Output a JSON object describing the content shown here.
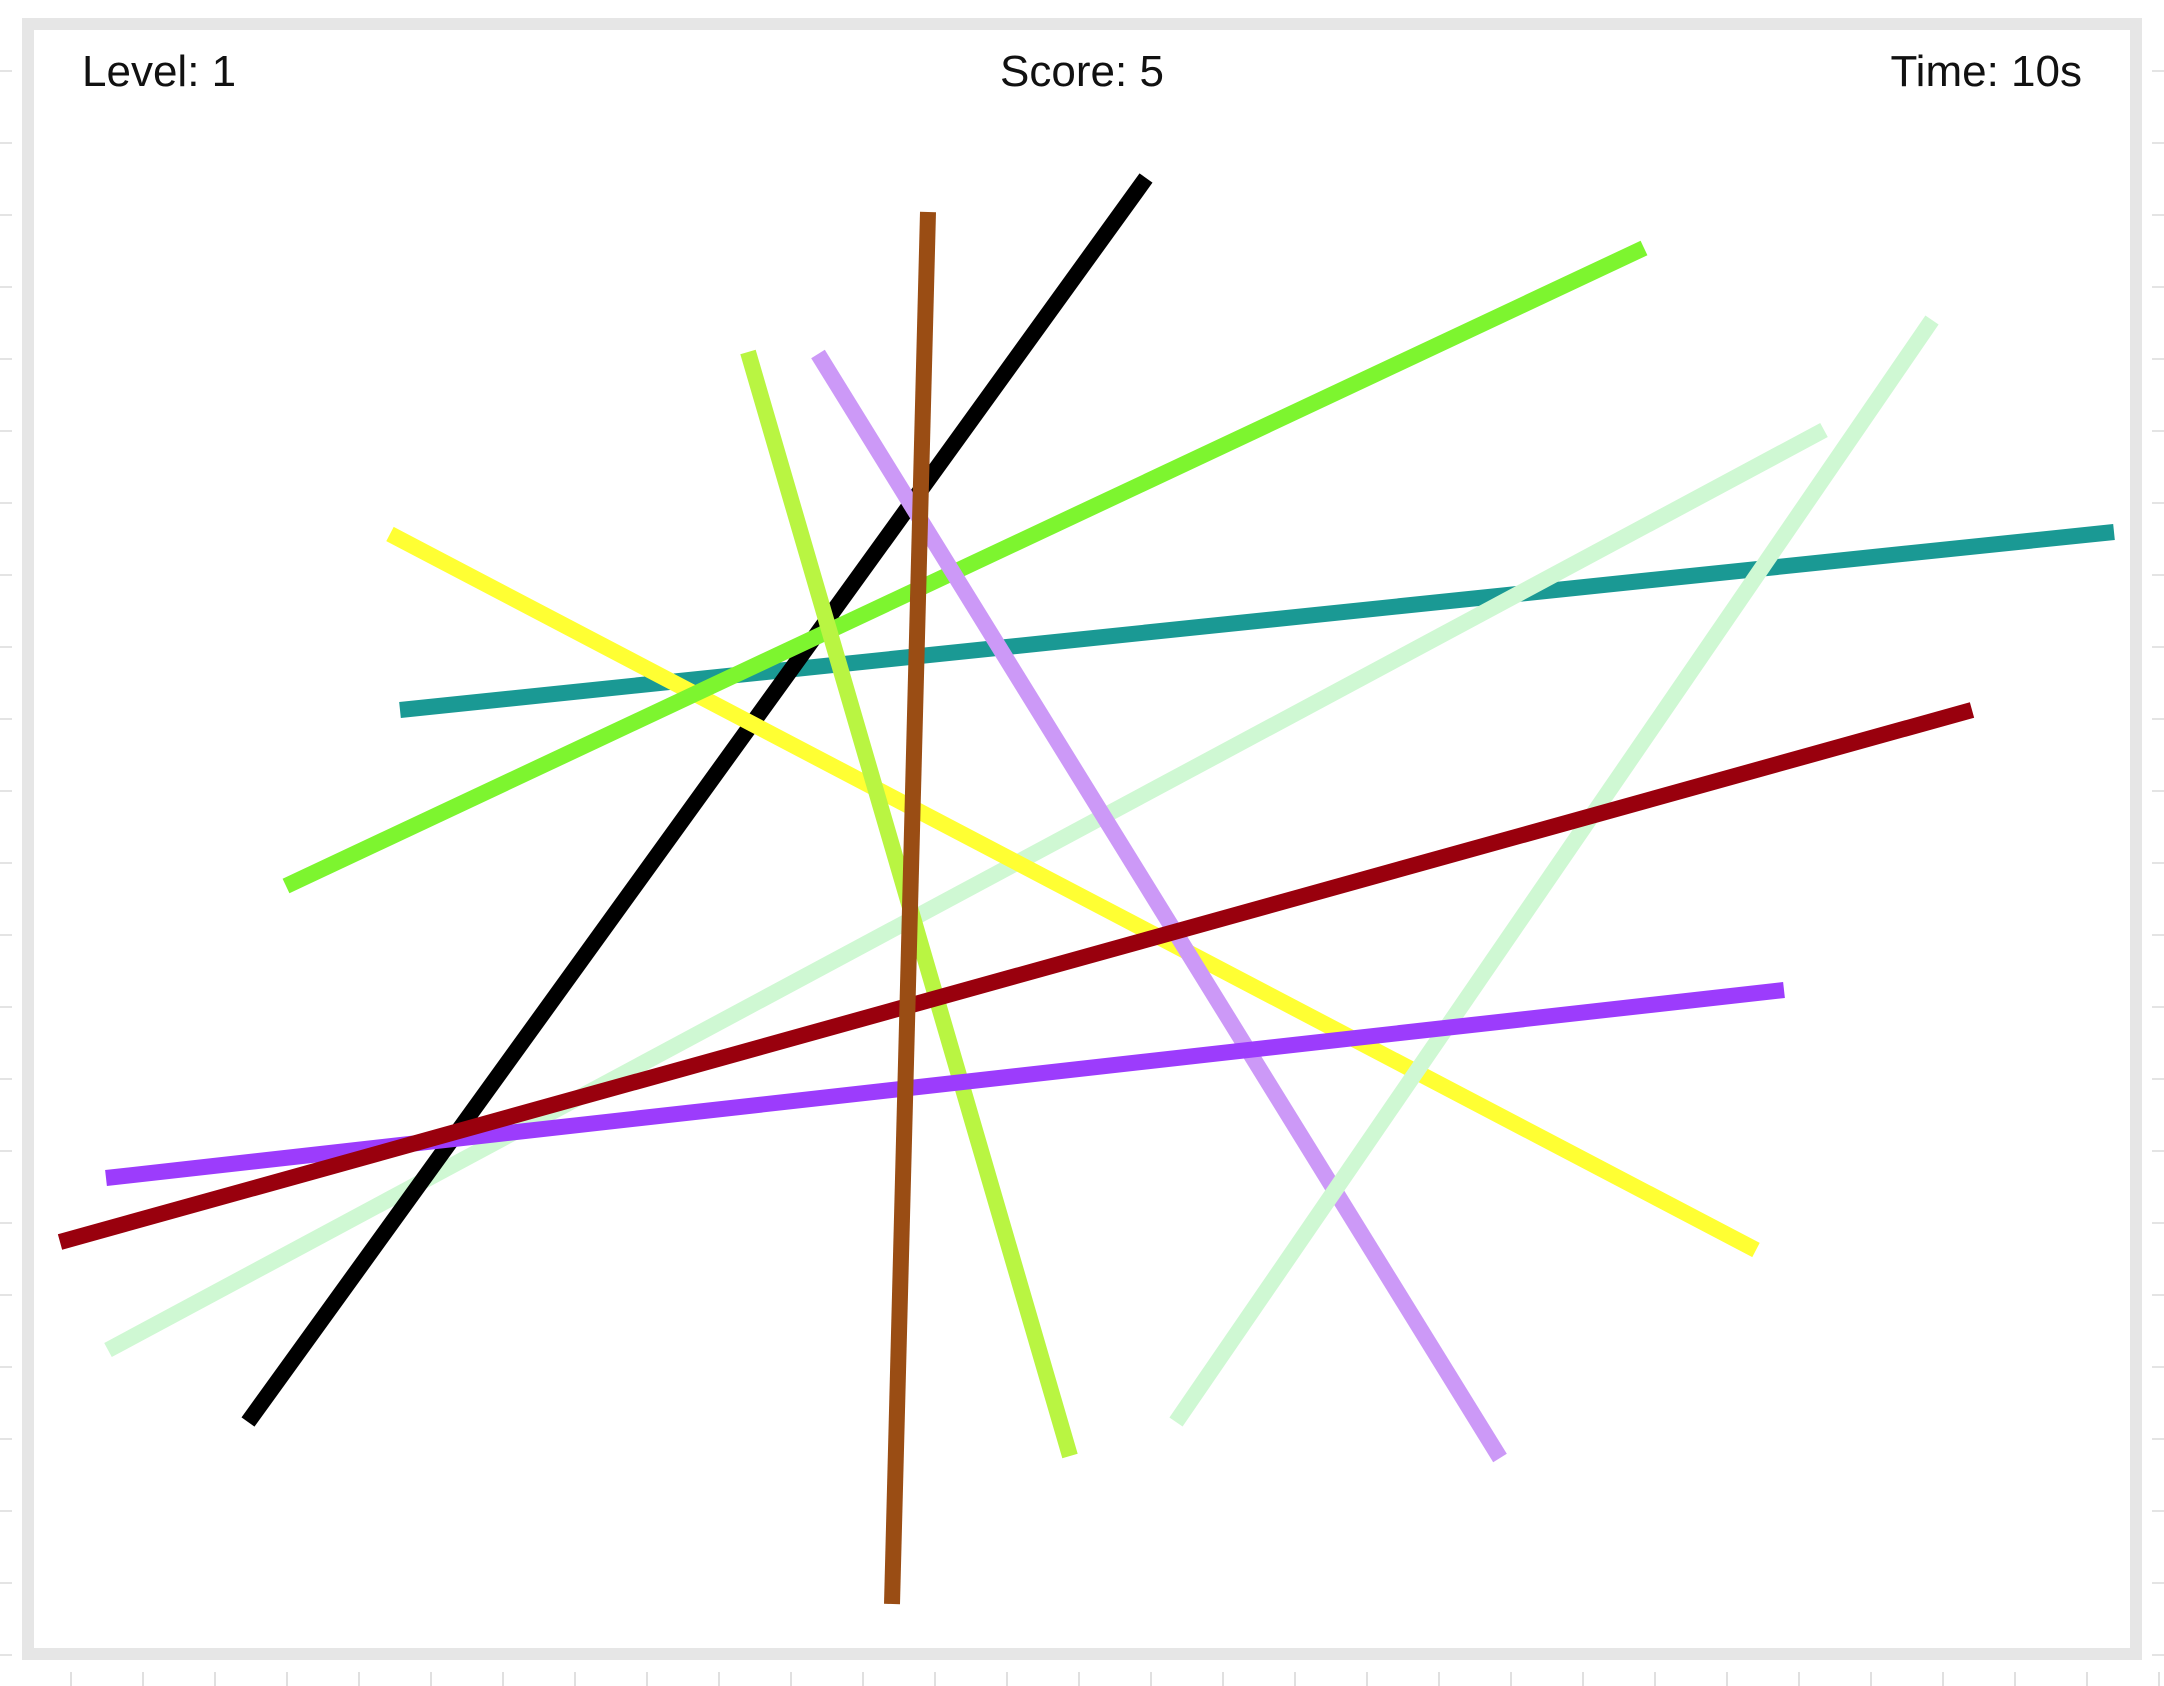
{
  "hud": {
    "level_label": "Level:",
    "level_value": "1",
    "score_label": "Score:",
    "score_value": "5",
    "time_label": "Time:",
    "time_value": "10s"
  },
  "colors": {
    "frame_border": "#e6e6e6",
    "background": "#ffffff",
    "hud_text": "#111111"
  },
  "sticks": [
    {
      "name": "stick-teal",
      "color": "#1a9994"
    },
    {
      "name": "stick-light-green-long",
      "color": "#cff8d3"
    },
    {
      "name": "stick-black",
      "color": "#000000"
    },
    {
      "name": "stick-yellow",
      "color": "#ffff33"
    },
    {
      "name": "stick-bright-green",
      "color": "#7df52f"
    },
    {
      "name": "stick-lime",
      "color": "#b9f542"
    },
    {
      "name": "stick-lavender",
      "color": "#cc99f7"
    },
    {
      "name": "stick-mint",
      "color": "#cff8d3"
    },
    {
      "name": "stick-purple",
      "color": "#9c3cfc"
    },
    {
      "name": "stick-dark-red",
      "color": "#99000d"
    },
    {
      "name": "stick-brown",
      "color": "#9a4d14"
    }
  ]
}
